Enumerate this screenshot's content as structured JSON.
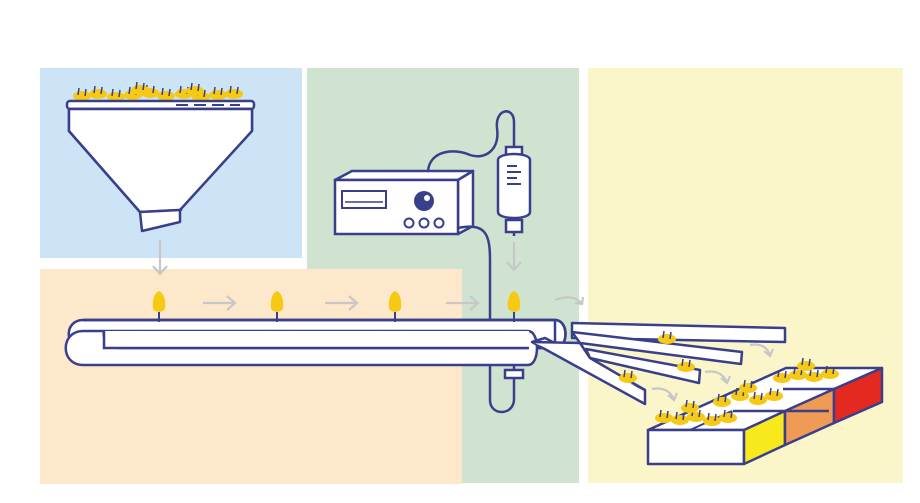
{
  "diagram": {
    "panel_colors": {
      "hopper_zone": "#cde4f6",
      "conveyor_zone": "#fde8cb",
      "injection_zone": "#cfe3d0",
      "sorting_zone": "#fbf6c9"
    },
    "stroke_color": "#3a3f8c",
    "seed_color": "#f6c915",
    "arrow_color": "#c7c7c7",
    "grade_bin_colors": [
      "#ffffff",
      "#f7e91c",
      "#ef9a55",
      "#e42a20"
    ],
    "components": [
      {
        "name": "hopper",
        "icon": "hopper-icon"
      },
      {
        "name": "conveyor-belt",
        "icon": "conveyor-icon"
      },
      {
        "name": "controller",
        "icon": "control-box-icon"
      },
      {
        "name": "injector",
        "icon": "syringe-icon"
      },
      {
        "name": "sorting-chutes",
        "icon": "chute-icon"
      },
      {
        "name": "grade-bins",
        "icon": "bin-icon"
      }
    ]
  }
}
